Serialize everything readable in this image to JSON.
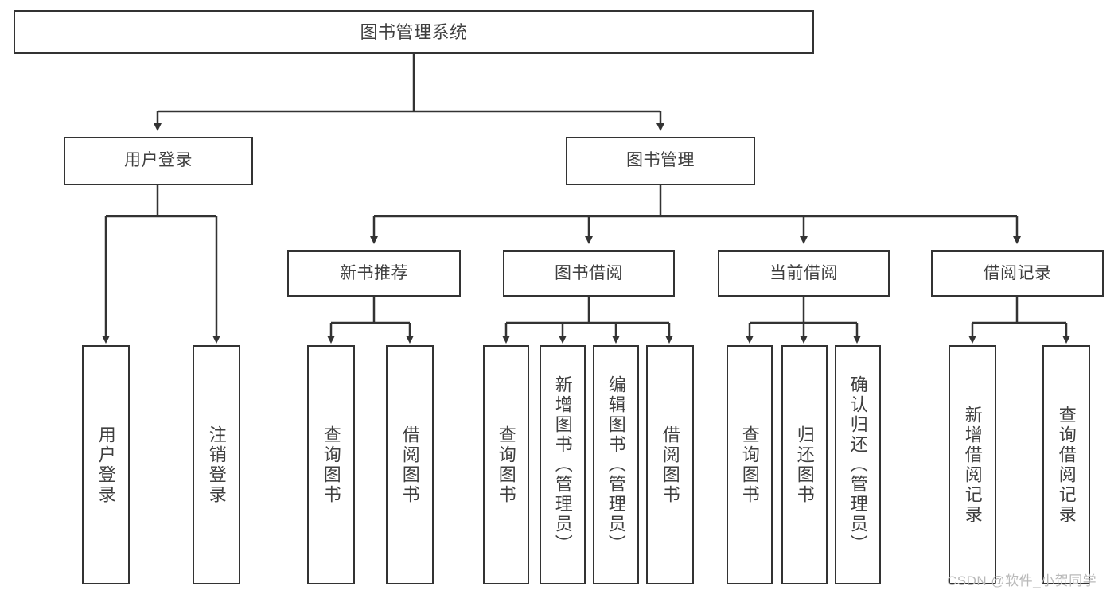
{
  "diagram": {
    "type": "tree-hierarchy",
    "title": "图书管理系统",
    "root": {
      "label": "图书管理系统"
    },
    "level2": [
      {
        "label": "用户登录"
      },
      {
        "label": "图书管理"
      }
    ],
    "level3": [
      {
        "label": "新书推荐"
      },
      {
        "label": "图书借阅"
      },
      {
        "label": "当前借阅"
      },
      {
        "label": "借阅记录"
      }
    ],
    "leaves": {
      "user_login": [
        {
          "label": "用户登录"
        },
        {
          "label": "注销登录"
        }
      ],
      "new_book_recommend": [
        {
          "label": "查询图书"
        },
        {
          "label": "借阅图书"
        }
      ],
      "book_borrow": [
        {
          "label": "查询图书"
        },
        {
          "label": "新增图书（管理员）"
        },
        {
          "label": "编辑图书（管理员）"
        },
        {
          "label": "借阅图书"
        }
      ],
      "current_borrow": [
        {
          "label": "查询图书"
        },
        {
          "label": "归还图书"
        },
        {
          "label": "确认归还（管理员）"
        }
      ],
      "borrow_record": [
        {
          "label": "新增借阅记录"
        },
        {
          "label": "查询借阅记录"
        }
      ]
    },
    "watermark": "CSDN @软件_小贺同学",
    "colors": {
      "stroke": "#333333",
      "text": "#3f3f3f",
      "background": "#ffffff",
      "watermark": "#b9b9b9"
    }
  }
}
